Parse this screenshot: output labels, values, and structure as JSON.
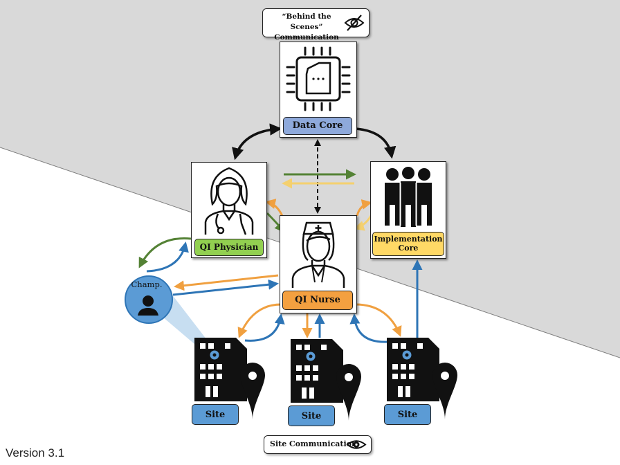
{
  "legend": {
    "behind_line1": "“Behind the Scenes”",
    "behind_line2": "Communication",
    "behind_icon": "eye-slash-icon",
    "site_comm": "Site Communication",
    "site_icon": "eye-icon"
  },
  "nodes": {
    "data_core": {
      "label": "Data Core",
      "icon": "cpu-chip-icon",
      "color": "#8ea9db"
    },
    "qi_physician": {
      "label": "QI Physician",
      "icon": "doctor-icon",
      "color": "#92d050"
    },
    "implementation_core": {
      "label": "Implementation Core",
      "icon": "group-icon",
      "color": "#ffd966"
    },
    "qi_nurse": {
      "label": "QI Nurse",
      "icon": "nurse-icon",
      "color": "#f4a040"
    }
  },
  "champion": {
    "label": "Champ.",
    "icon": "person-icon",
    "color": "#5b9bd5"
  },
  "sites": [
    {
      "label": "Site",
      "icon": "building-location-icon"
    },
    {
      "label": "Site",
      "icon": "building-location-icon"
    },
    {
      "label": "Site",
      "icon": "building-location-icon"
    }
  ],
  "arrow_colors": {
    "black": "#111111",
    "green": "#548235",
    "yellow": "#f4d06f",
    "orange": "#f0a040",
    "blue": "#2e75b6"
  },
  "version": "Version 3.1"
}
